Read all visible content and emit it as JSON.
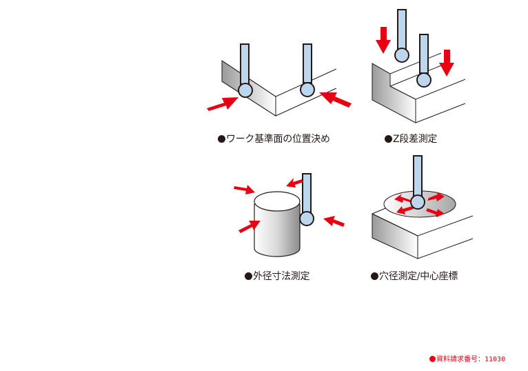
{
  "colors": {
    "arrow": "#e60012",
    "probe_fill": "#bcd6ee",
    "outline": "#231815",
    "caption_text": "#231815",
    "request_text": "#e60012"
  },
  "panels": [
    {
      "id": "work-reference",
      "caption": "ワーク基準面の位置決め"
    },
    {
      "id": "z-step",
      "caption": "Z段差測定"
    },
    {
      "id": "outer-diameter",
      "caption": "外径寸法測定"
    },
    {
      "id": "hole-diameter",
      "caption": "穴径測定/中心座標"
    }
  ],
  "request": {
    "label": "資料請求番号：",
    "number": "11030"
  }
}
